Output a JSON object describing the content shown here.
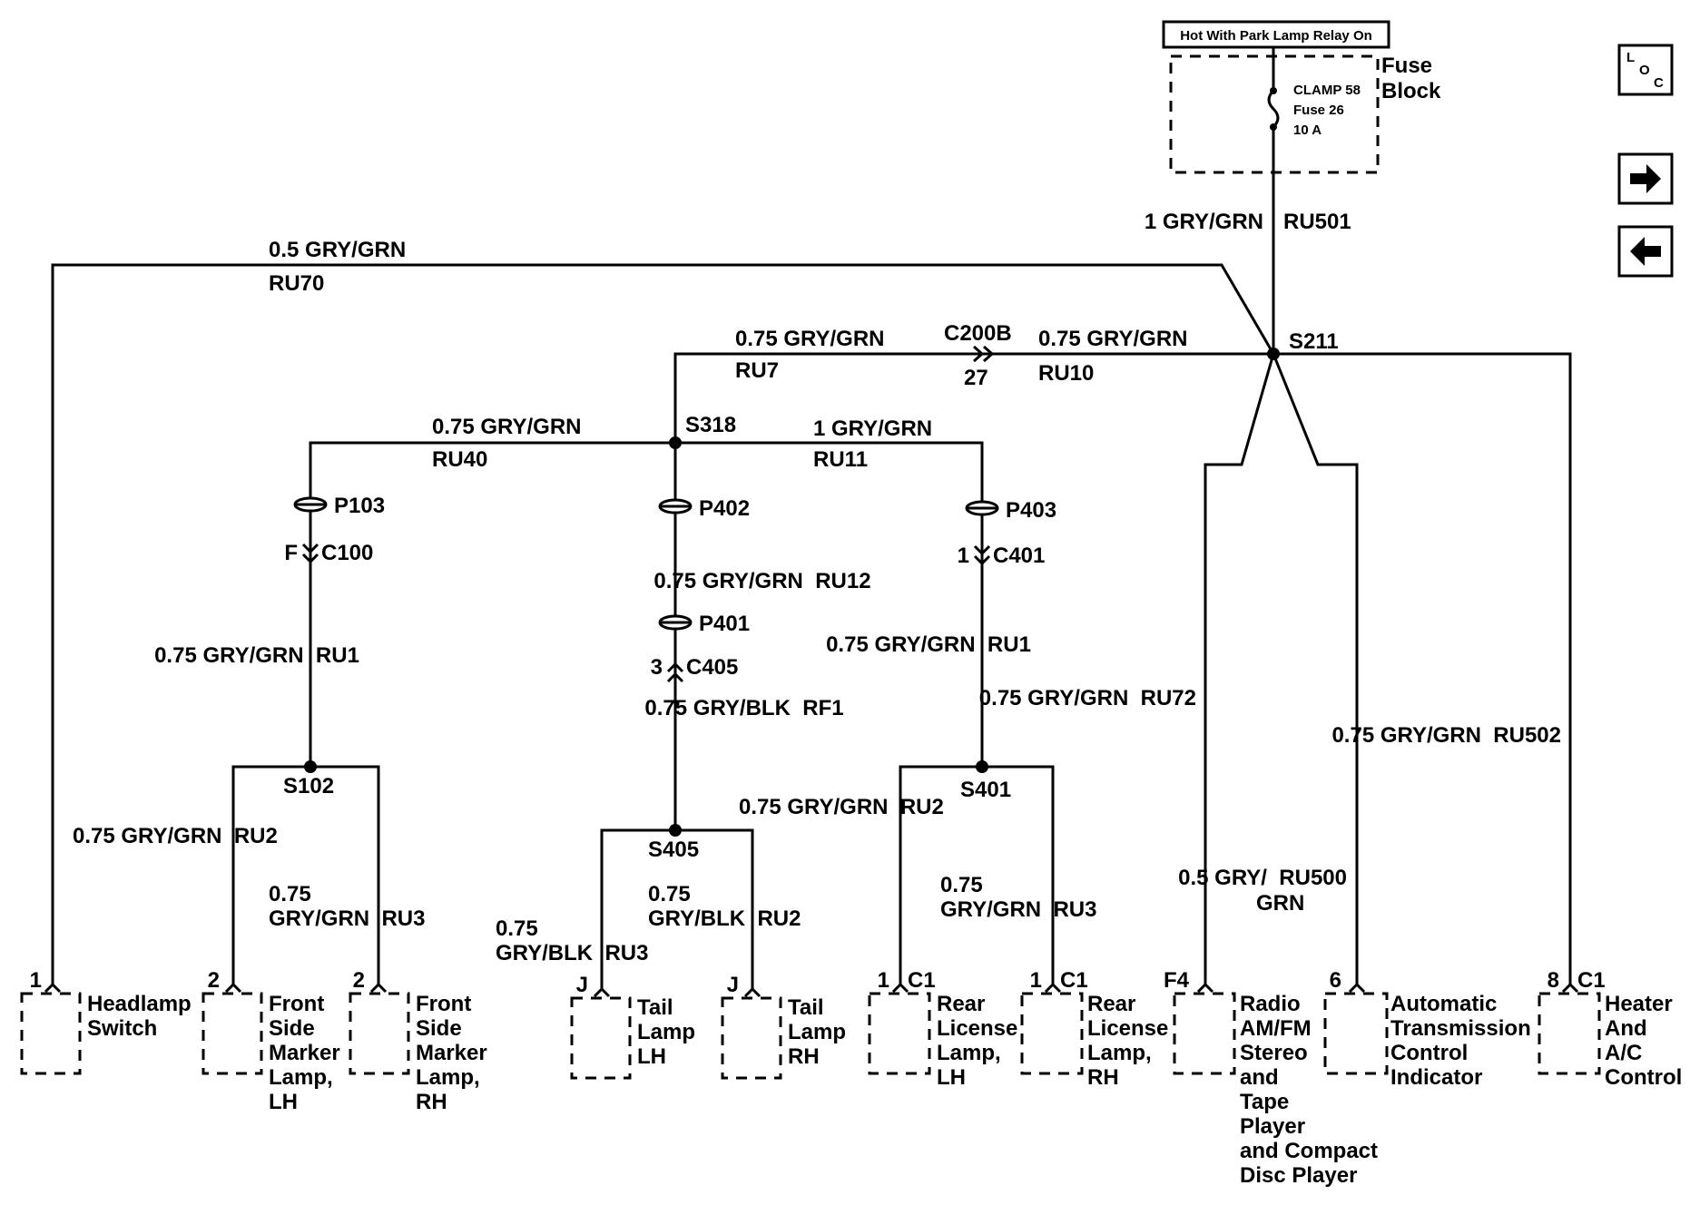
{
  "top": {
    "hot_label": "Hot With Park Lamp Relay On",
    "fuse_block": [
      "Fuse",
      "Block"
    ],
    "fuse_info": [
      "CLAMP 58",
      "Fuse 26",
      "10 A"
    ],
    "feed_wire": "1 GRY/GRN",
    "feed_circuit": "RU501",
    "loc_icon": "loc-icon",
    "next_icon": "right-arrow-icon",
    "prev_icon": "left-arrow-icon"
  },
  "splices": {
    "s211": "S211",
    "s318": "S318",
    "s102": "S102",
    "s405": "S405",
    "s401": "S401"
  },
  "wires": {
    "ru70_wire": "0.5 GRY/GRN",
    "ru70": "RU70",
    "ru7_wire": "0.75 GRY/GRN",
    "ru7": "RU7",
    "c200b": "C200B",
    "c200b_pin": "27",
    "ru10_wire": "0.75 GRY/GRN",
    "ru10": "RU10",
    "ru40_wire": "0.75 GRY/GRN",
    "ru40": "RU40",
    "ru11_wire": "1 GRY/GRN",
    "ru11": "RU11",
    "p103": "P103",
    "p402": "P402",
    "p403": "P403",
    "p401": "P401",
    "c100_pin": "F",
    "c100": "C100",
    "c401_pin": "1",
    "c401": "C401",
    "c405_pin": "3",
    "c405": "C405",
    "ru12": "0.75 GRY/GRN  RU12",
    "rf1": "0.75 GRY/BLK  RF1",
    "left_ru1": "0.75 GRY/GRN  RU1",
    "right_ru1": "0.75 GRY/GRN  RU1",
    "ru72": "0.75 GRY/GRN  RU72",
    "ru502": "0.75 GRY/GRN  RU502",
    "ru500": [
      "0.5 GRY/  RU500",
      "GRN"
    ],
    "left_ru2": "0.75 GRY/GRN  RU2",
    "left_ru3": [
      "0.75",
      "GRY/GRN  RU3"
    ],
    "mid_ru3": [
      "0.75",
      "GRY/BLK  RU3"
    ],
    "mid_ru2": [
      "0.75",
      "GRY/BLK  RU2"
    ],
    "right_ru2": "0.75 GRY/GRN  RU2",
    "right_ru3": [
      "0.75",
      "GRY/GRN  RU3"
    ]
  },
  "components": [
    {
      "pin": "1",
      "label": [
        "Headlamp",
        "Switch"
      ]
    },
    {
      "pin": "2",
      "label": [
        "Front",
        "Side",
        "Marker",
        "Lamp,",
        "LH"
      ]
    },
    {
      "pin": "2",
      "label": [
        "Front",
        "Side",
        "Marker",
        "Lamp,",
        "RH"
      ]
    },
    {
      "pin": "J",
      "label": [
        "Tail",
        "Lamp",
        "LH"
      ]
    },
    {
      "pin": "J",
      "label": [
        "Tail",
        "Lamp",
        "RH"
      ]
    },
    {
      "pin": "1",
      "conn": "C1",
      "label": [
        "Rear",
        "License",
        "Lamp,",
        "LH"
      ]
    },
    {
      "pin": "1",
      "conn": "C1",
      "label": [
        "Rear",
        "License",
        "Lamp,",
        "RH"
      ]
    },
    {
      "pin": "F4",
      "label": [
        "Radio",
        "AM/FM",
        "Stereo",
        "and",
        "Tape",
        "Player",
        "and Compact",
        "Disc Player"
      ]
    },
    {
      "pin": "6",
      "label": [
        "Automatic",
        "Transmission",
        "Control",
        "Indicator"
      ]
    },
    {
      "pin": "8",
      "conn": "C1",
      "label": [
        "Heater",
        "And",
        "A/C",
        "Control"
      ]
    }
  ]
}
